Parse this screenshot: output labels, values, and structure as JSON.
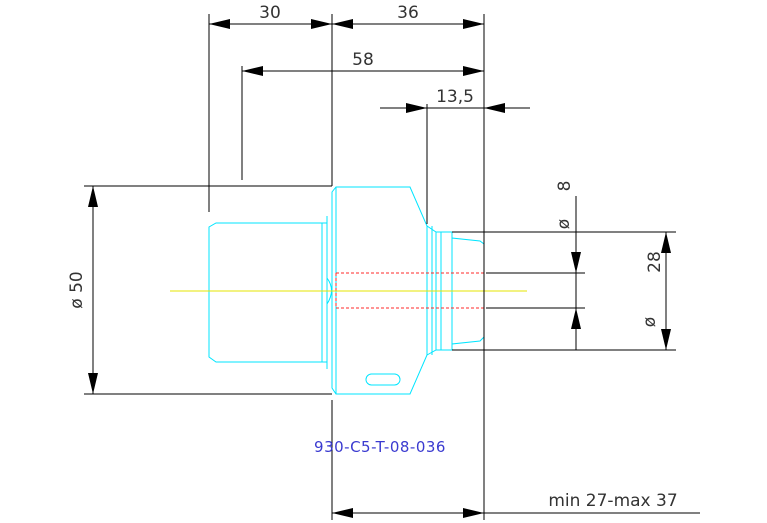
{
  "dimensions": {
    "d30": "30",
    "d36": "36",
    "d58": "58",
    "d13_5": "13,5",
    "phi_small": "ø",
    "d8": "8",
    "d28": "28",
    "phi_50": "ø 50",
    "range": "min 27-max 37"
  },
  "part_number": "930-C5-T-08-036",
  "colors": {
    "outline": "#00e5ff",
    "hidden": "#ff2a2a",
    "centerline": "#e6e600",
    "dimension": "#000000",
    "part_label": "#3a3ad0"
  }
}
